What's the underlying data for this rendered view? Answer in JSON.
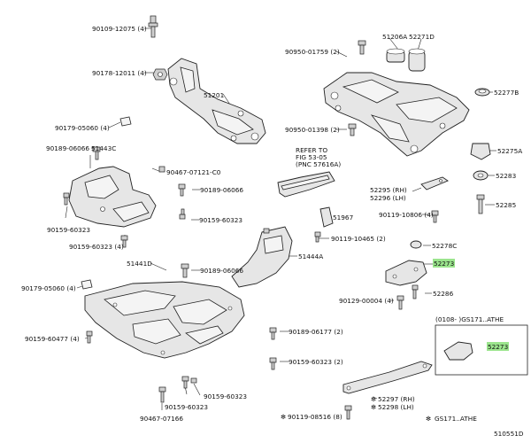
{
  "callouts": {
    "c90109_12075": "90109-12075 (4)",
    "c90178_12011": "90178-12011 (4)",
    "c51201": "51201",
    "c90179_05060_top": "90179-05060 (4)",
    "c90189_06066_left": "90189-06066",
    "c51443C": "51443C",
    "c90467_07121": "90467-07121-C0",
    "c90189_06066_mid": "90189-06066",
    "c90159_60323_mid": "90159-60323",
    "c90159_60323_left": "90159-60323",
    "c90159_60323_4_left": "90159-60323 (4)",
    "c51206A": "51206A",
    "c52271D": "52271D",
    "c90950_01759": "90950-01759 (2)",
    "c52277B": "52277B",
    "c90950_01398": "90950-01398 (2)",
    "c52275A": "52275A",
    "c52283": "52283",
    "c52285": "52285",
    "refer_line1": "REFER TO",
    "refer_line2": "FIG 53-05",
    "refer_line3": "(PNC 57616A)",
    "c52295": "52295 (RH)",
    "c52296": "52296 (LH)",
    "c90119_10806": "90119-10806 (4)",
    "c51967": "51967",
    "c90119_10465": "90119-10465 (2)",
    "c52278C": "52278C",
    "c51441D": "51441D",
    "c51444A": "51444A",
    "c90189_06066_low": "90189-06066",
    "c52273_main": "52273",
    "c90179_05060_low": "90179-05060 (4)",
    "c52286": "52286",
    "c90129_00004": "90129-00004 (4)",
    "c90159_60477": "90159-60477 (4)",
    "c90189_06177": "90189-06177 (2)",
    "c90159_60323_2": "90159-60323 (2)",
    "c90159_60323_b1": "90159-60323",
    "c90159_60323_b2": "90159-60323",
    "c90467_07166": "90467-07166",
    "c52297": "52297 (RH)",
    "c52298": "52298 (LH)",
    "c90119_08516": "90119-08516 (8)",
    "inset_header": "(0108-  )GS171..ATHE",
    "c52273_inset": "52273",
    "footer_note": "GS171..ATHE",
    "figure_code": "510551D"
  },
  "colors": {
    "highlight": "#9be58d",
    "line": "#222222"
  }
}
